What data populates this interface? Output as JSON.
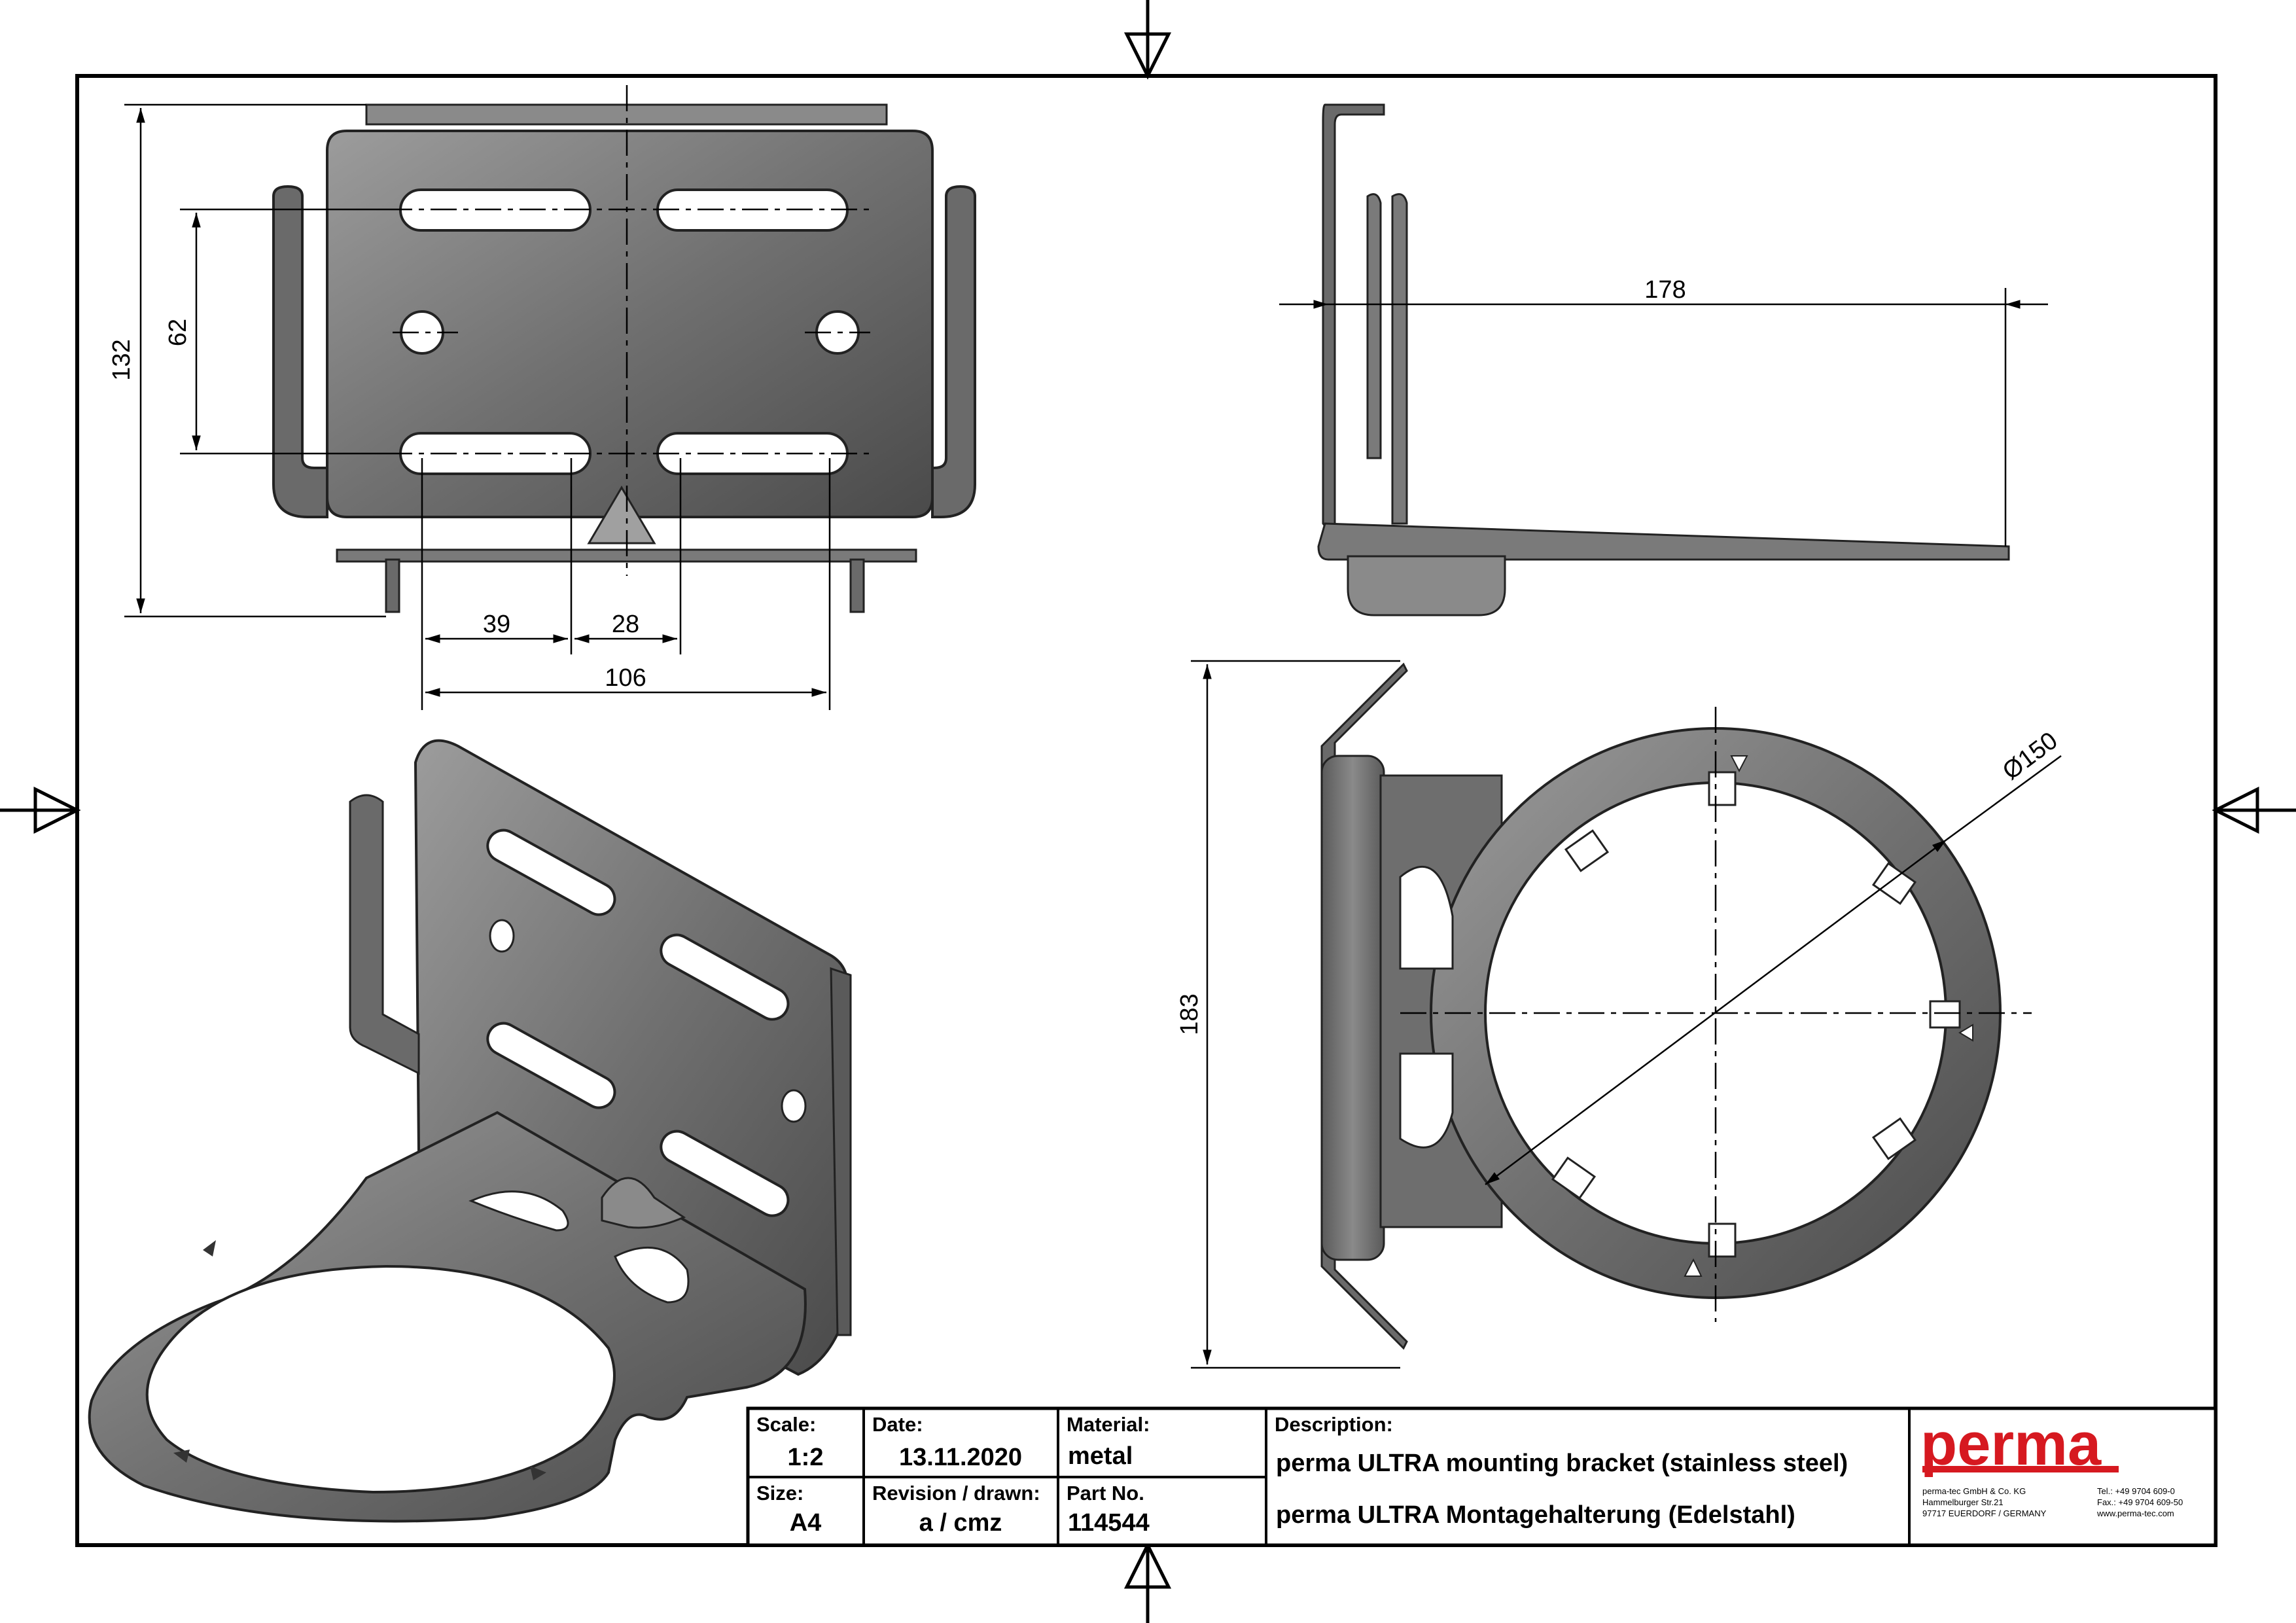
{
  "dimensions": {
    "height_overall": "132",
    "slot_pitch": "62",
    "offset_left": "39",
    "slot_gap": "28",
    "width_overall": "106",
    "depth": "178",
    "height_side": "183",
    "ring_diameter": "Ø150"
  },
  "title_block": {
    "scale_label": "Scale:",
    "scale_value": "1:2",
    "date_label": "Date:",
    "date_value": "13.11.2020",
    "material_label": "Material:",
    "material_value": "metal",
    "description_label": "Description:",
    "description_en": "perma ULTRA mounting bracket (stainless steel)",
    "description_de": "perma ULTRA Montagehalterung (Edelstahl)",
    "size_label": "Size:",
    "size_value": "A4",
    "revision_label": "Revision / drawn:",
    "revision_value": "a / cmz",
    "partno_label": "Part No.",
    "partno_value": "114544"
  },
  "company": {
    "logo": "perma",
    "name_line": "perma-tec GmbH & Co. KG",
    "street": "Hammelburger Str.21",
    "city": "97717 EUERDORF / GERMANY",
    "tel": "Tel.:  +49 9704 609-0",
    "fax": "Fax.: +49 9704 609-50",
    "web": "www.perma-tec.com"
  },
  "colors": {
    "metal_dark": "#5a5a5a",
    "metal_light": "#9a9a9a",
    "brand_red": "#d61920"
  }
}
